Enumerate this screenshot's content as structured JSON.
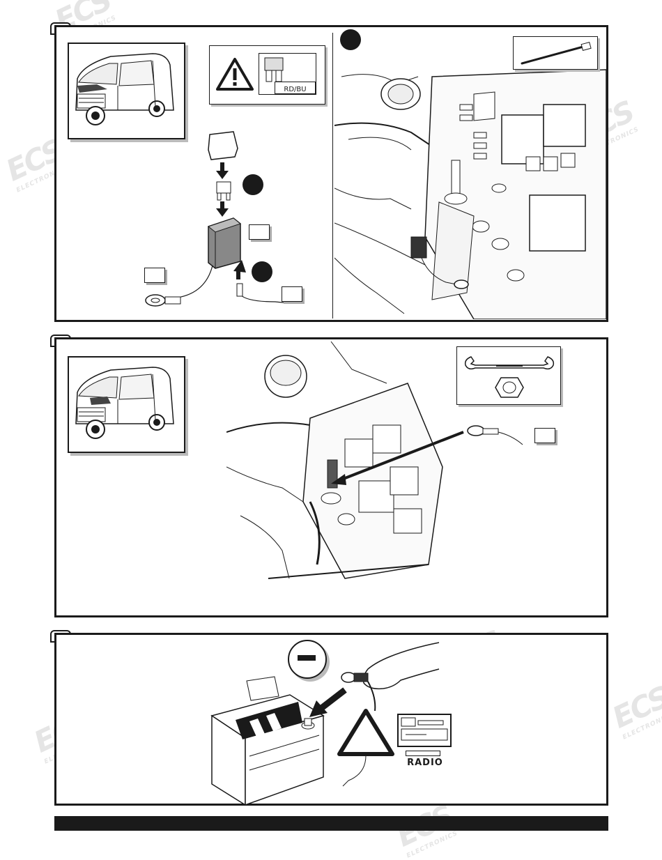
{
  "step1": {
    "fuse_color_label": "RD/BU"
  },
  "step3": {
    "radio_label": "RADIO",
    "minus_symbol": "−"
  },
  "watermark": {
    "brand": "ECS",
    "sub": "ELECTRONICS"
  },
  "icons": {
    "warning": "warning-triangle-icon",
    "fuse": "fuse-icon",
    "cable_tie": "cable-tie-icon",
    "wrench": "wrench-icon",
    "nut": "nut-icon",
    "battery": "battery-icon",
    "radio": "radio-icon"
  }
}
